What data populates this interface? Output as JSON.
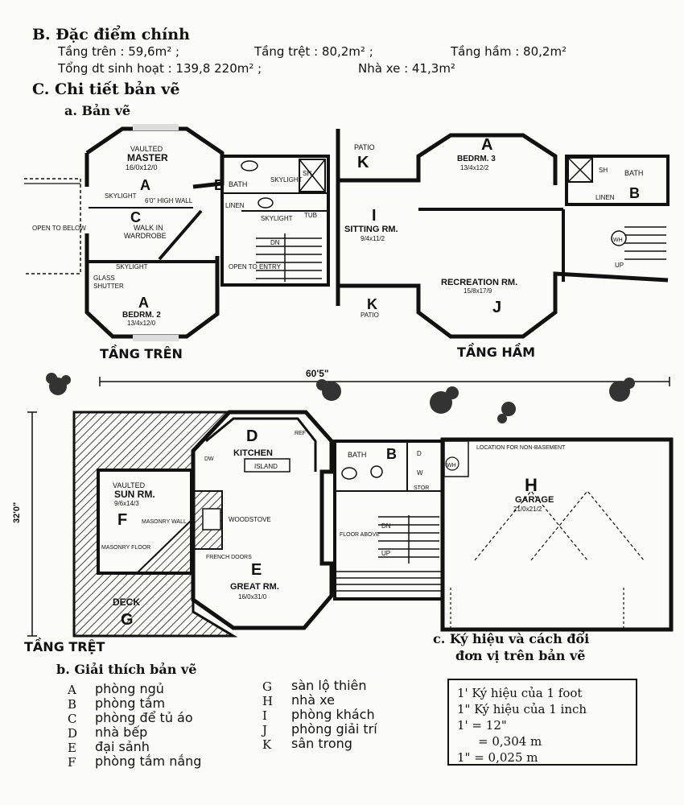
{
  "section_b": {
    "heading": "B. Đặc điểm chính",
    "line1": {
      "upper": "Tầng trên : 59,6m²  ;",
      "ground": "Tầng trệt : 80,2m²  ;",
      "basement": "Tầng hầm : 80,2m²"
    },
    "line2": {
      "total": "Tổng dt sinh hoạt : 139,8 220m²   ;",
      "garage": "Nhà xe : 41,3m²"
    }
  },
  "section_c": {
    "heading": "C. Chi tiết bản vẽ",
    "sub_a": "a. Bản vẽ"
  },
  "plans": {
    "upper": {
      "caption": "TẦNG TRÊN",
      "vaulted": "VAULTED",
      "master": "MASTER",
      "master_dim": "16/0x12/0",
      "letter_a1": "A",
      "skylight": "SKYLIGHT",
      "high_wall": "6'0\" HIGH WALL",
      "letter_c": "C",
      "walk_in": "WALK IN",
      "wardrobe": "WARDROBE",
      "open_to_below": "OPEN TO BELOW",
      "glass": "GLASS",
      "shutter": "SHUTTER",
      "skylight2": "SKYLIGHT",
      "letter_a2": "A",
      "bedrm2": "BEDRM. 2",
      "bedrm2_dim": "13/4x12/0",
      "letter_b": "B",
      "bath": "BATH",
      "skylight3": "SKYLIGHT",
      "linen": "LINEN",
      "skylight4": "SKYLIGHT",
      "tub": "TUB",
      "sh": "SH",
      "dn": "DN",
      "open_to_entry": "OPEN TO ENTRY"
    },
    "basement": {
      "caption": "TẦNG HẦM",
      "patio1": "PATIO",
      "letter_k1": "K",
      "letter_a": "A",
      "bedrm3": "BEDRM. 3",
      "bedrm3_dim": "13/4x12/2",
      "sh": "SH",
      "bath": "BATH",
      "linen": "LINEN",
      "letter_b": "B",
      "letter_i": "I",
      "sitting": "SITTING RM.",
      "sitting_dim": "9/4x11/2",
      "wh": "WH",
      "up": "UP",
      "recreation": "RECREATION RM.",
      "recreation_dim": "15/8x17/9",
      "letter_j": "J",
      "letter_k2": "K",
      "patio2": "PATIO"
    },
    "ground": {
      "caption": "TẦNG TRỆT",
      "width_dim": "60'5\"",
      "depth_dim": "32'0\"",
      "letter_d": "D",
      "kitchen": "KITCHEN",
      "island": "ISLAND",
      "ref": "REF",
      "dw": "DW",
      "vaulted": "VAULTED",
      "sun_rm": "SUN RM.",
      "sun_dim": "9/6x14/3",
      "letter_f": "F",
      "masonry_wall": "MASONRY WALL",
      "masonry_floor": "MASONRY FLOOR",
      "woodstove": "WOODSTOVE",
      "french_doors": "FRENCH DOORS",
      "letter_e": "E",
      "great_rm": "GREAT RM.",
      "great_dim": "16/0x31/0",
      "deck": "DECK",
      "letter_g": "G",
      "bath": "BATH",
      "letter_b": "B",
      "d": "D",
      "w": "W",
      "stor": "STOR",
      "wh": "WH",
      "location_note": "LOCATION FOR NON-BASEMENT",
      "letter_h": "H",
      "garage": "GARAGE",
      "garage_dim": "21/0x21/2",
      "dn": "DN",
      "up": "UP",
      "floor_above": "FLOOR ABOVE"
    }
  },
  "legend": {
    "heading": "b. Giải thích bản vẽ",
    "items_left": [
      {
        "key": "A",
        "text": "phòng ngủ"
      },
      {
        "key": "B",
        "text": "phòng tắm"
      },
      {
        "key": "C",
        "text": "phòng để tủ áo"
      },
      {
        "key": "D",
        "text": "nhà bếp"
      },
      {
        "key": "E",
        "text": "đại sảnh"
      },
      {
        "key": "F",
        "text": "phòng tắm nắng"
      }
    ],
    "items_right": [
      {
        "key": "G",
        "text": "sàn lộ thiên"
      },
      {
        "key": "H",
        "text": "nhà xe"
      },
      {
        "key": "I",
        "text": "phòng khách"
      },
      {
        "key": "J",
        "text": "phòng giải trí"
      },
      {
        "key": "K",
        "text": "sân trong"
      }
    ]
  },
  "units": {
    "heading_line1": "c. Ký hiệu và cách đổi",
    "heading_line2": "đơn vị trên bản vẽ",
    "lines": [
      "1' Ký hiệu của 1 foot",
      "1\" Ký hiệu của 1 inch",
      "1' = 12\"",
      "= 0,304 m",
      "1\" = 0,025 m"
    ]
  }
}
